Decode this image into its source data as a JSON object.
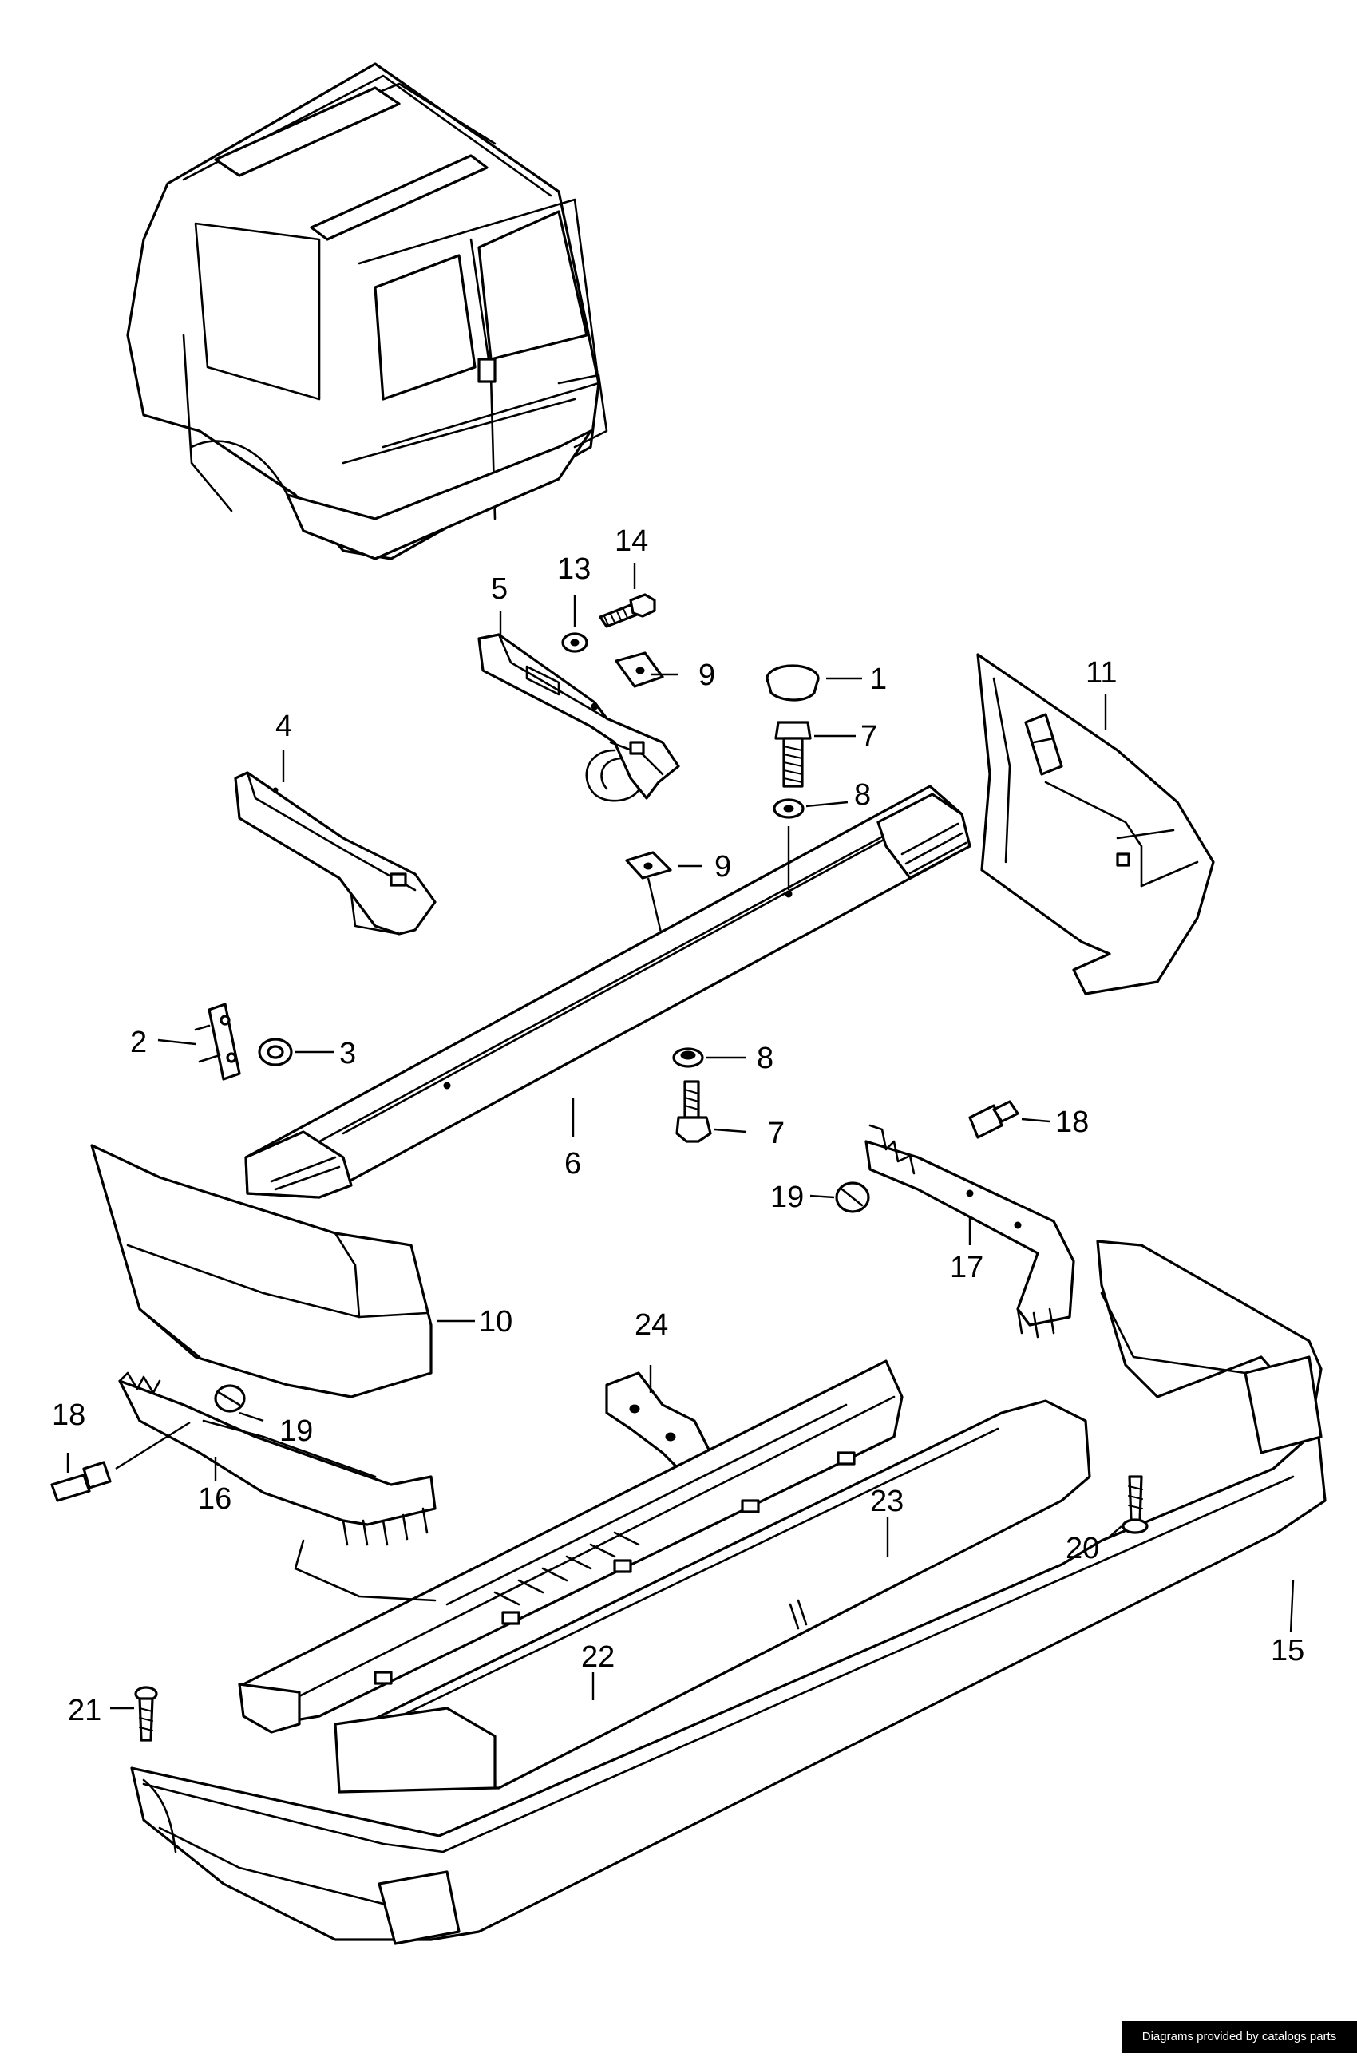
{
  "diagram": {
    "callouts": [
      {
        "id": "c1",
        "label": "1"
      },
      {
        "id": "c2",
        "label": "2"
      },
      {
        "id": "c3",
        "label": "3"
      },
      {
        "id": "c4",
        "label": "4"
      },
      {
        "id": "c5",
        "label": "5"
      },
      {
        "id": "c6",
        "label": "6"
      },
      {
        "id": "c7a",
        "label": "7"
      },
      {
        "id": "c7b",
        "label": "7"
      },
      {
        "id": "c8a",
        "label": "8"
      },
      {
        "id": "c8b",
        "label": "8"
      },
      {
        "id": "c9a",
        "label": "9"
      },
      {
        "id": "c9b",
        "label": "9"
      },
      {
        "id": "c10",
        "label": "10"
      },
      {
        "id": "c11",
        "label": "11"
      },
      {
        "id": "c13",
        "label": "13"
      },
      {
        "id": "c14",
        "label": "14"
      },
      {
        "id": "c15",
        "label": "15"
      },
      {
        "id": "c16",
        "label": "16"
      },
      {
        "id": "c17",
        "label": "17"
      },
      {
        "id": "c18a",
        "label": "18"
      },
      {
        "id": "c18b",
        "label": "18"
      },
      {
        "id": "c19a",
        "label": "19"
      },
      {
        "id": "c19b",
        "label": "19"
      },
      {
        "id": "c20",
        "label": "20"
      },
      {
        "id": "c21",
        "label": "21"
      },
      {
        "id": "c22",
        "label": "22"
      },
      {
        "id": "c23",
        "label": "23"
      },
      {
        "id": "c24",
        "label": "24"
      }
    ]
  },
  "footer": {
    "credit": "Diagrams provided by catalogs parts"
  }
}
